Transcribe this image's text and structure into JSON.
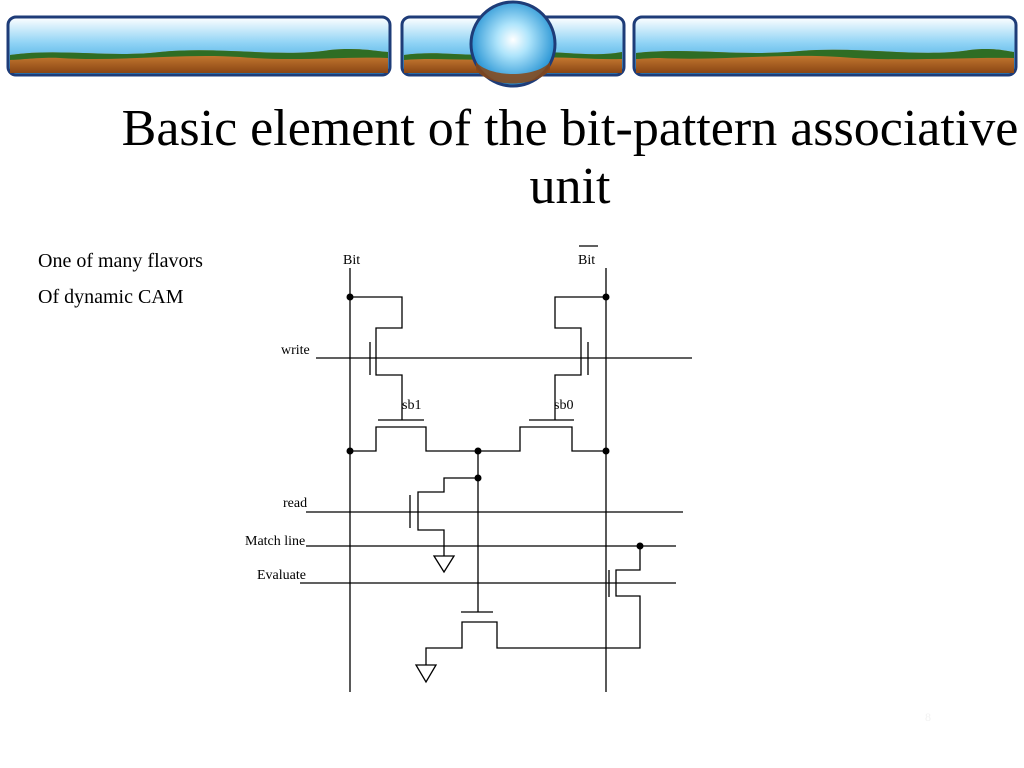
{
  "slide": {
    "title": "Basic element of the bit-pattern associative unit",
    "bullets": [
      "One of many flavors",
      "Of dynamic CAM"
    ],
    "page_number": "8"
  },
  "circuit": {
    "labels": {
      "bit": "Bit",
      "bit_bar": "Bit",
      "write": "write",
      "sb1": "sb1",
      "sb0": "sb0",
      "read": "read",
      "match_line": "Match line",
      "evaluate": "Evaluate"
    }
  },
  "colors": {
    "sky": "#4fb6e8",
    "land": "#b8652a",
    "grass": "#2f6d24",
    "frame": "#1e3c78"
  }
}
